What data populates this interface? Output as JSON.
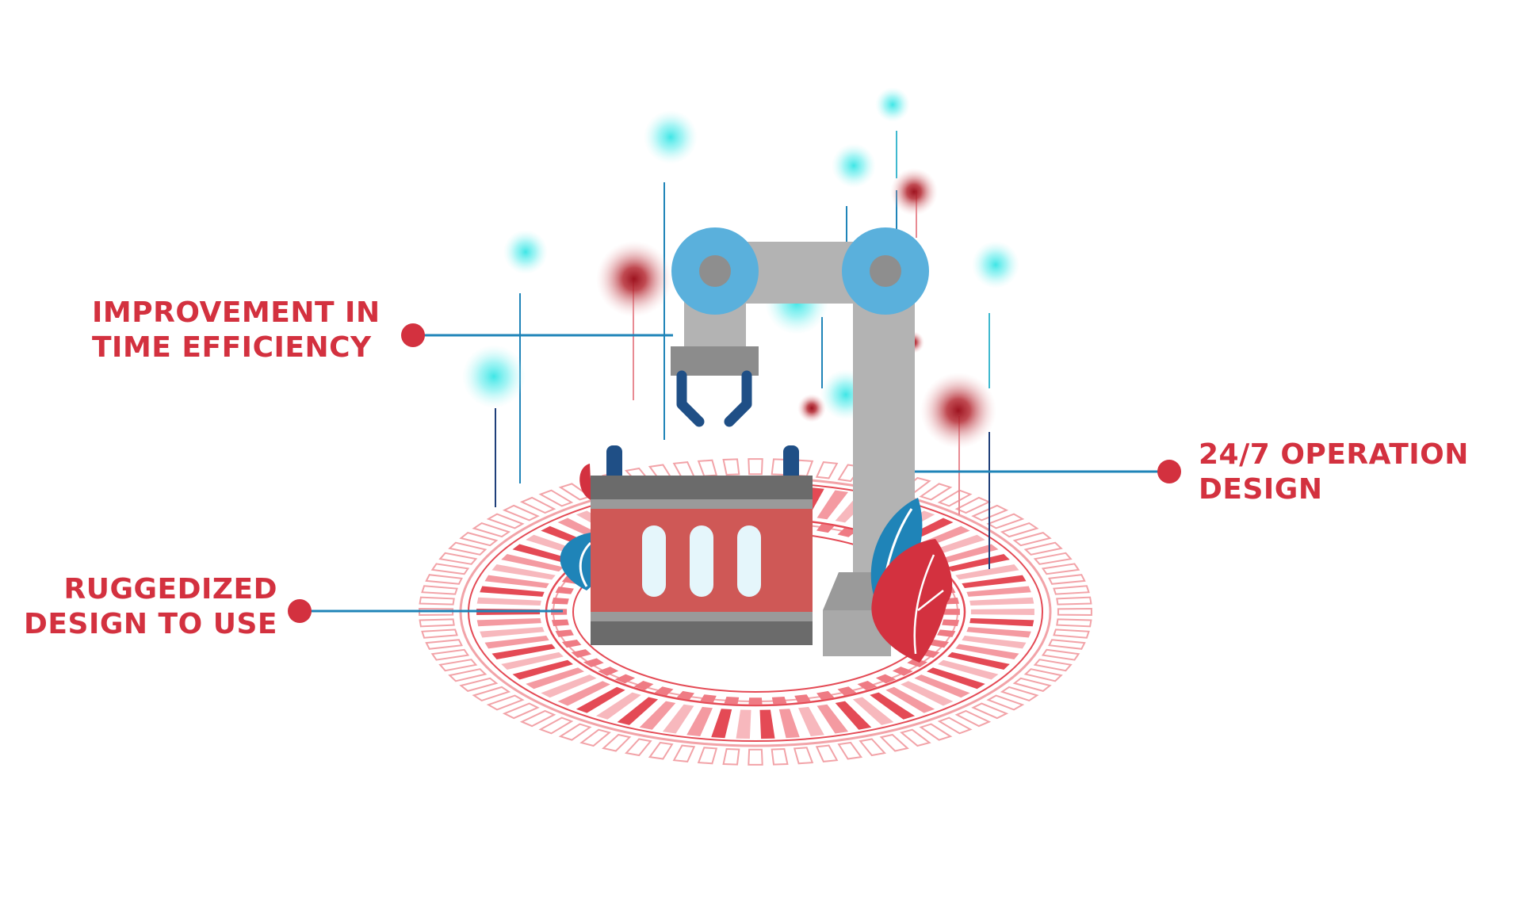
{
  "callouts": {
    "improvement": {
      "line1": "IMPROVEMENT IN",
      "line2": "TIME EFFICIENCY"
    },
    "operation": {
      "line1": "24/7 OPERATION",
      "line2": "DESIGN"
    },
    "rugged": {
      "line1": "RUGGEDIZED",
      "line2": "DESIGN TO USE"
    }
  },
  "colors": {
    "accent_red": "#d3313f",
    "connector_blue": "#1f84b8",
    "glow_cyan": "#3fe6e6",
    "glow_dark_red": "#9e1420",
    "arm_gray": "#b3b3b3",
    "joint_blue": "#5ab0dc",
    "cabinet_red": "#cf5856",
    "ring_red": "#e44a55",
    "ring_pink": "#f6a5ab"
  }
}
